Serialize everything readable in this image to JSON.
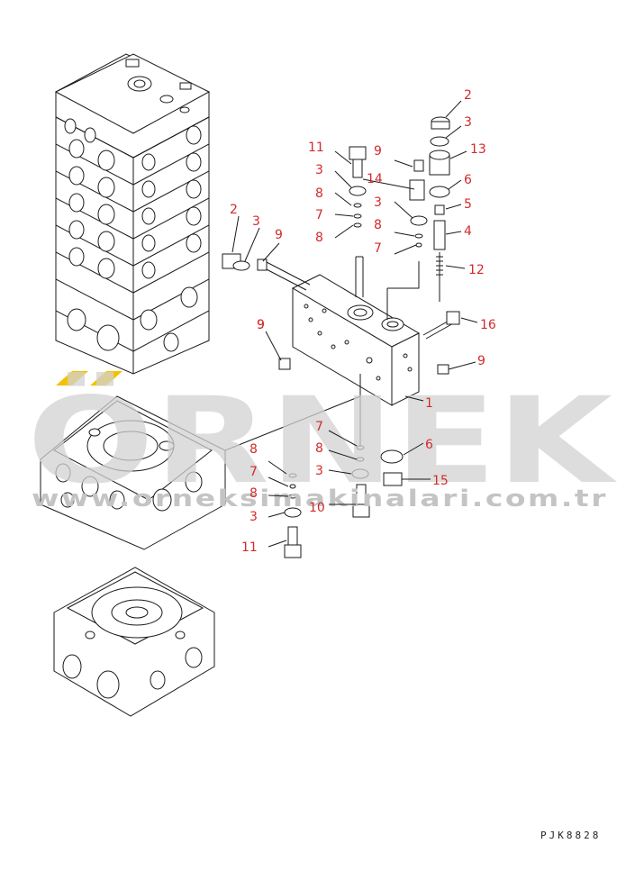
{
  "watermark": {
    "word": "ÖRNEK",
    "site": "www.orneksimakinalari.com.tr",
    "accent_color": "#f2c200",
    "text_color": "#d2d2d2"
  },
  "drawing_code": "PJK8828",
  "label_color": "#d42a2a",
  "callouts": [
    {
      "id": "c2a",
      "text": "2"
    },
    {
      "id": "c3a",
      "text": "3"
    },
    {
      "id": "c13",
      "text": "13"
    },
    {
      "id": "c6a",
      "text": "6"
    },
    {
      "id": "c5",
      "text": "5"
    },
    {
      "id": "c4",
      "text": "4"
    },
    {
      "id": "c12",
      "text": "12"
    },
    {
      "id": "c16",
      "text": "16"
    },
    {
      "id": "c9d",
      "text": "9"
    },
    {
      "id": "c11a",
      "text": "11"
    },
    {
      "id": "c9a",
      "text": "9"
    },
    {
      "id": "c3b",
      "text": "3"
    },
    {
      "id": "c14",
      "text": "14"
    },
    {
      "id": "c8a",
      "text": "8"
    },
    {
      "id": "c3c",
      "text": "3"
    },
    {
      "id": "c7a",
      "text": "7"
    },
    {
      "id": "c8b",
      "text": "8"
    },
    {
      "id": "c8c",
      "text": "8"
    },
    {
      "id": "c7b",
      "text": "7"
    },
    {
      "id": "c2b",
      "text": "2"
    },
    {
      "id": "c3d",
      "text": "3"
    },
    {
      "id": "c9b",
      "text": "9"
    },
    {
      "id": "c9c",
      "text": "9"
    },
    {
      "id": "c1",
      "text": "1"
    },
    {
      "id": "c7c",
      "text": "7"
    },
    {
      "id": "c6b",
      "text": "6"
    },
    {
      "id": "c8d",
      "text": "8"
    },
    {
      "id": "c3e",
      "text": "3"
    },
    {
      "id": "c15",
      "text": "15"
    },
    {
      "id": "c10",
      "text": "10"
    },
    {
      "id": "c8e",
      "text": "8"
    },
    {
      "id": "c7d",
      "text": "7"
    },
    {
      "id": "c8f",
      "text": "8"
    },
    {
      "id": "c3f",
      "text": "3"
    },
    {
      "id": "c11b",
      "text": "11"
    }
  ]
}
